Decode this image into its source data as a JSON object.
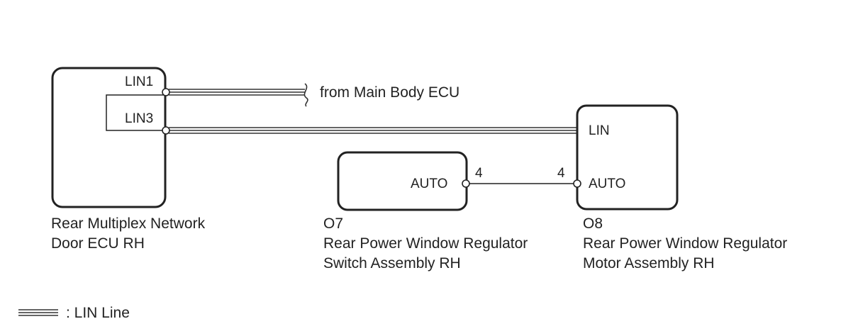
{
  "ecu": {
    "pin_lin1": "LIN1",
    "pin_lin3": "LIN3",
    "name_line1": "Rear Multiplex Network",
    "name_line2": "Door ECU RH"
  },
  "external": {
    "from_text": "from Main Body ECU"
  },
  "switch": {
    "code": "O7",
    "pin_auto": "AUTO",
    "pin_number": "4",
    "name_line1": "Rear Power Window Regulator",
    "name_line2": "Switch Assembly RH"
  },
  "motor": {
    "code": "O8",
    "pin_lin": "LIN",
    "pin_auto": "AUTO",
    "pin_number": "4",
    "name_line1": "Rear Power Window Regulator",
    "name_line2": "Motor Assembly RH"
  },
  "legend": {
    "text": ": LIN Line"
  }
}
